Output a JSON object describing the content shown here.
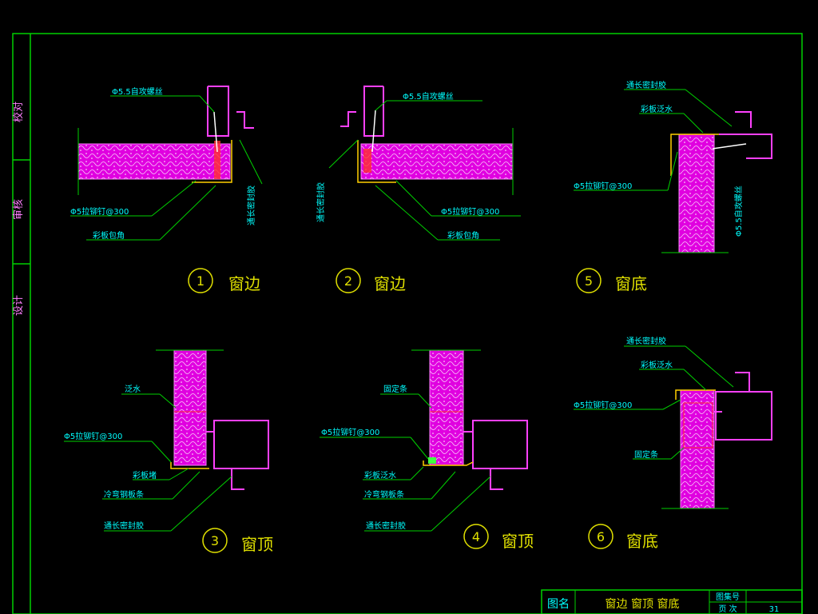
{
  "sidebar": {
    "labels": [
      "校对",
      "审核",
      "设计"
    ]
  },
  "details": [
    {
      "num": "1",
      "title": "窗边"
    },
    {
      "num": "2",
      "title": "窗边"
    },
    {
      "num": "3",
      "title": "窗顶"
    },
    {
      "num": "4",
      "title": "窗顶"
    },
    {
      "num": "5",
      "title": "窗底"
    },
    {
      "num": "6",
      "title": "窗底"
    }
  ],
  "callouts": {
    "d1": [
      "Φ5.5自攻螺丝",
      "Φ5拉铆钉@300",
      "彩板包角",
      "通长密封胶"
    ],
    "d2": [
      "Φ5.5自攻螺丝",
      "通长密封胶",
      "Φ5拉铆钉@300",
      "彩板包角"
    ],
    "d3": [
      "泛水",
      "Φ5拉铆钉@300",
      "彩板堵",
      "冷弯钢板条",
      "通长密封胶"
    ],
    "d4": [
      "固定条",
      "Φ5拉铆钉@300",
      "彩板泛水",
      "冷弯钢板条",
      "通长密封胶"
    ],
    "d5": [
      "通长密封胶",
      "彩板泛水",
      "Φ5拉铆钉@300",
      "Φ5.5自攻螺丝"
    ],
    "d6": [
      "通长密封胶",
      "彩板泛水",
      "Φ5拉铆钉@300",
      "固定条"
    ]
  },
  "title_block": {
    "label": "图名",
    "name": "窗边 窗顶 窗底",
    "cell1": "图集号",
    "cell2": "页 次",
    "page": "31"
  },
  "colors": {
    "frame": "#00d000",
    "panel": "#ff00ff",
    "text_callout": "#00ffff",
    "text_title": "#e0e000",
    "background": "#000000"
  }
}
